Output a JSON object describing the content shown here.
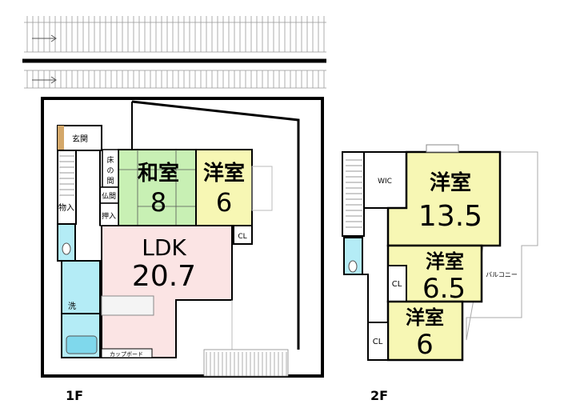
{
  "floors": [
    {
      "label": "1F",
      "rooms": {
        "washitsu": {
          "name": "和室",
          "size": "8"
        },
        "yoshitsu": {
          "name": "洋室",
          "size": "6"
        },
        "ldk": {
          "name": "LDK",
          "size": "20.7"
        },
        "genkan": "玄関",
        "storage": "物入",
        "tokonoma": [
          "床",
          "の",
          "間"
        ],
        "butsuma": "仏間",
        "oshiire": "押入",
        "closet": "CL",
        "washroom": "洗",
        "cupboard": "カップボード"
      }
    },
    {
      "label": "2F",
      "rooms": {
        "wic": "WIC",
        "master": {
          "name": "洋室",
          "size": "13.5"
        },
        "room2": {
          "name": "洋室",
          "size": "6.5"
        },
        "room3": {
          "name": "洋室",
          "size": "6"
        },
        "closet1": "CL",
        "closet2": "CL",
        "balcony": "バルコニー"
      }
    }
  ],
  "colors": {
    "washitsu": "#c8f0b4",
    "yoshitsu": "#f7f7b4",
    "ldk": "#fbe4e4",
    "water": "#b4ecf6"
  }
}
